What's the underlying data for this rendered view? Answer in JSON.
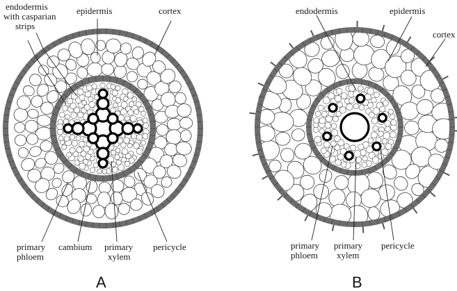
{
  "figure": {
    "panel_a": {
      "letter": "A",
      "labels": {
        "endodermis": [
          "endodermis",
          "with casparian",
          "strips"
        ],
        "epidermis": "epidermis",
        "cortex": "cortex",
        "primary_phloem": [
          "primary",
          "phloem"
        ],
        "cambium": "cambium",
        "primary_xylem": [
          "primary",
          "xylem"
        ],
        "pericycle": "pericycle"
      }
    },
    "panel_b": {
      "letter": "B",
      "labels": {
        "endodermis": "endodermis",
        "epidermis": "epidermis",
        "cortex": "cortex",
        "primary_phloem": [
          "primary",
          "phloem"
        ],
        "primary_xylem": [
          "primary",
          "xylem"
        ],
        "pericycle": "pericycle"
      }
    }
  },
  "colors": {
    "epidermis_fill": "#8a8a8a",
    "endodermis_fill": "#7f7f7f",
    "cell_outline": "#3a3a3a",
    "xylem_wall": "#000000",
    "background": "#ffffff"
  }
}
